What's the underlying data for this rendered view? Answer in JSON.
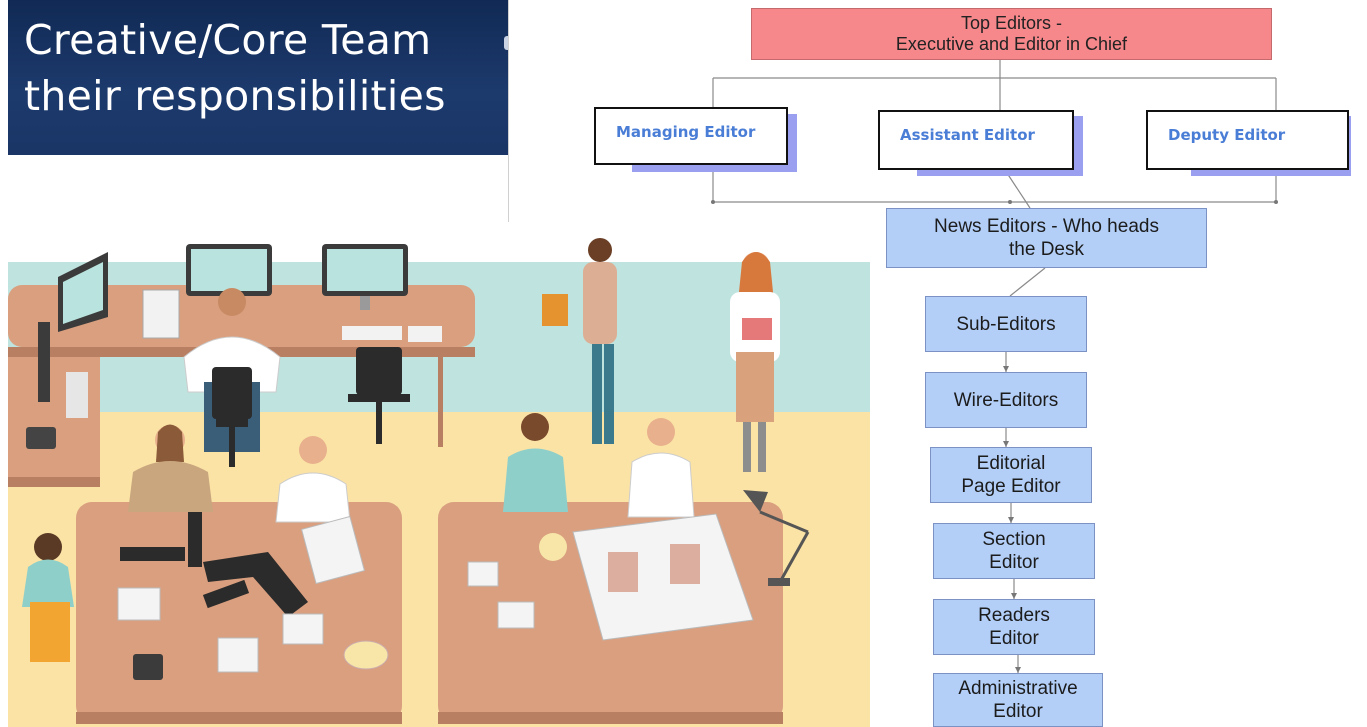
{
  "title": {
    "line1": "Creative/Core Team",
    "line2": "their responsibilities"
  },
  "org_chart": {
    "top": {
      "line1": "Top Editors -",
      "line2": "Executive and Editor in Chief"
    },
    "deputies": [
      {
        "label": "Managing Editor"
      },
      {
        "label": "Assistant Editor"
      },
      {
        "label": "Deputy Editor"
      }
    ],
    "news": {
      "line1": "News Editors - Who heads",
      "line2": "the Desk"
    },
    "chain": [
      {
        "line1": "Sub-Editors",
        "line2": ""
      },
      {
        "line1": "Wire-Editors",
        "line2": ""
      },
      {
        "line1": "Editorial",
        "line2": "Page Editor"
      },
      {
        "line1": "Section",
        "line2": "Editor"
      },
      {
        "line1": "Readers",
        "line2": "Editor"
      },
      {
        "line1": "Administrative",
        "line2": "Editor"
      }
    ]
  },
  "colors": {
    "banner": "#1a3566",
    "top_box": "#f6888b",
    "chain_box": "#b3cff8",
    "sub_box_text": "#4a7ed6",
    "sub_box_shadow": "#9b9ff0"
  }
}
